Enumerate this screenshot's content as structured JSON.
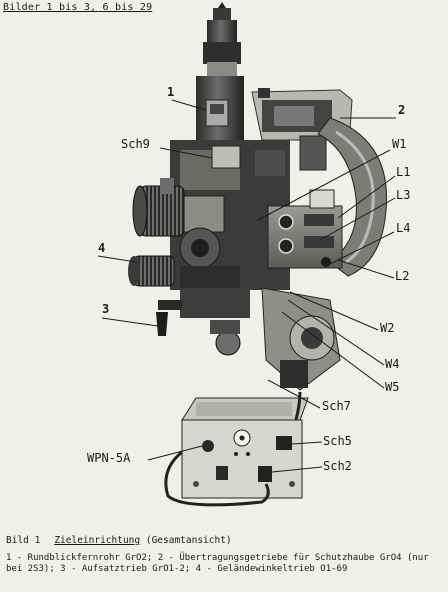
{
  "header": {
    "text": "Bilder 1 bis 3, 6 bis 29"
  },
  "labels": {
    "l1": "1",
    "l2": "2",
    "l3": "3",
    "l4": "4",
    "sch9": "Sch9",
    "w1": "W1",
    "L1": "L1",
    "L3": "L3",
    "L4": "L4",
    "L2": "L2",
    "w2": "W2",
    "w4": "W4",
    "w5": "W5",
    "sch7": "Sch7",
    "wpn": "WPN-5A",
    "sch5": "Sch5",
    "sch2": "Sch2"
  },
  "caption": {
    "number": "Bild 1",
    "title": "Zieleinrichtung",
    "subtitle": "(Gesamtansicht)",
    "body": "1 - Rundblickfernrohr GrO2; 2 - Übertragungsgetriebe für Schutzhaube GrO4 (nur bei 2S3); 3 - Aufsatztrieb GrO1-2; 4 - Geländewinkeltrieb O1-69"
  },
  "colors": {
    "paper": "#f1efe9",
    "ink": "#1a1a1a",
    "metal_dark": "#2a2a2a",
    "metal_mid": "#5a5a5a",
    "metal_light": "#a9a9a4"
  }
}
